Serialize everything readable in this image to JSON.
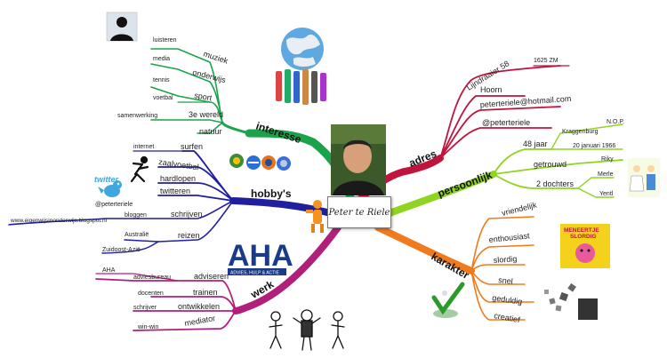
{
  "center": {
    "label": "Peter te Riele"
  },
  "branches": {
    "interesse": {
      "label": "interesse",
      "color": "#1aa34a",
      "items": [
        "muziek",
        "onderwijs",
        "sport",
        "3e wereld",
        "natuur"
      ],
      "leaves": [
        "luisteren",
        "media",
        "tennis",
        "voetbal",
        "samenwerking"
      ]
    },
    "hobbys": {
      "label": "hobby's",
      "color": "#1f1fa0",
      "items": [
        "surfen",
        "zaalvoetbal",
        "hardlopen",
        "twitteren",
        "schrijven",
        "reizen"
      ],
      "leaves": [
        "internet",
        "@peterteriele",
        "bloggen",
        "www.eigenwijsinonderwijs.blogspot.nl",
        "Australië",
        "Zuidoost-Azië"
      ]
    },
    "werk": {
      "label": "werk",
      "color": "#b0207a",
      "items": [
        "adviseren",
        "trainen",
        "ontwikkelen",
        "mediator"
      ],
      "leaves": [
        "AHA",
        "adviesbureau",
        "docenten",
        "schrijver",
        "win-win"
      ]
    },
    "adres": {
      "label": "adres",
      "color": "#c0143c",
      "items": [
        "Lijndraaier 58",
        "Hoorn",
        "peterteriele@hotmail.com",
        "@peterteriele"
      ],
      "postcode": "1625 ZM"
    },
    "persoonlijk": {
      "label": "persoonlijk",
      "color": "#8fd420",
      "items": [
        "48 jaar",
        "getrouwd",
        "2 dochters"
      ],
      "leaves": [
        "Kraggenburg",
        "N.O.P.",
        "20 januari 1966",
        "Riky",
        "Merle",
        "Yentl"
      ]
    },
    "karakter": {
      "label": "karakter",
      "color": "#f07a1c",
      "items": [
        "vriendelijk",
        "enthousiast",
        "slordig",
        "snel",
        "geduldig",
        "creatief"
      ]
    }
  },
  "logos": {
    "twitter": "twitter",
    "aha": "AHA",
    "aha_sub": "ADVIES, HULP & ACTIE",
    "mr_men_1": "MENEERTJE",
    "mr_men_2": "SLORDIG"
  }
}
